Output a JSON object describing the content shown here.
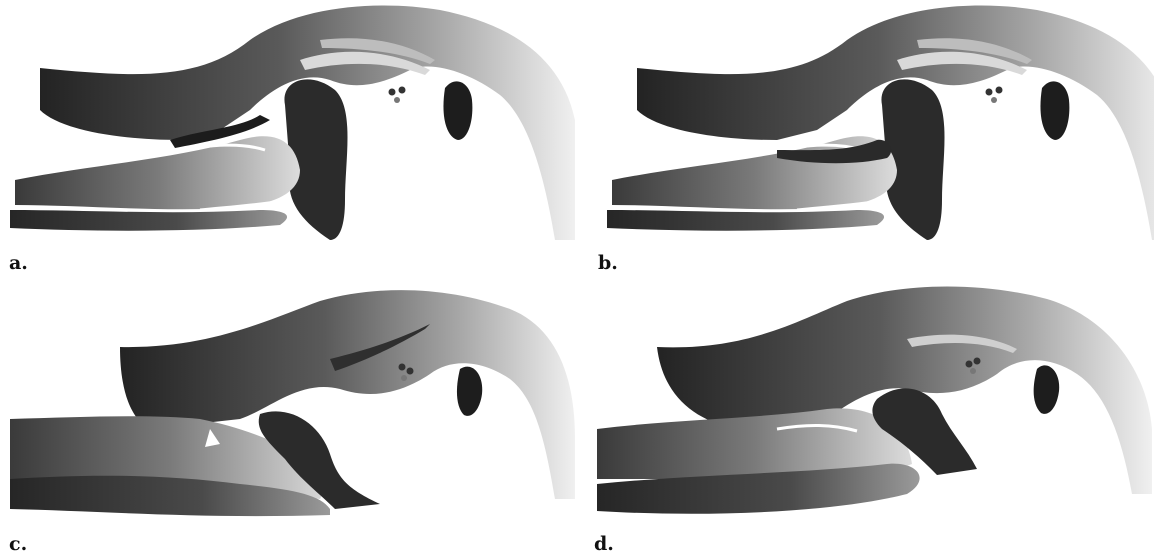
{
  "figure": {
    "panels": [
      {
        "id": "a",
        "label": "a."
      },
      {
        "id": "b",
        "label": "b."
      },
      {
        "id": "c",
        "label": "c."
      },
      {
        "id": "d",
        "label": "d."
      }
    ]
  },
  "colors": {
    "background": "#ffffff",
    "dark_tissue": "#2b2b2b",
    "light_tissue": "#f2f2f2",
    "label": "#111111"
  }
}
